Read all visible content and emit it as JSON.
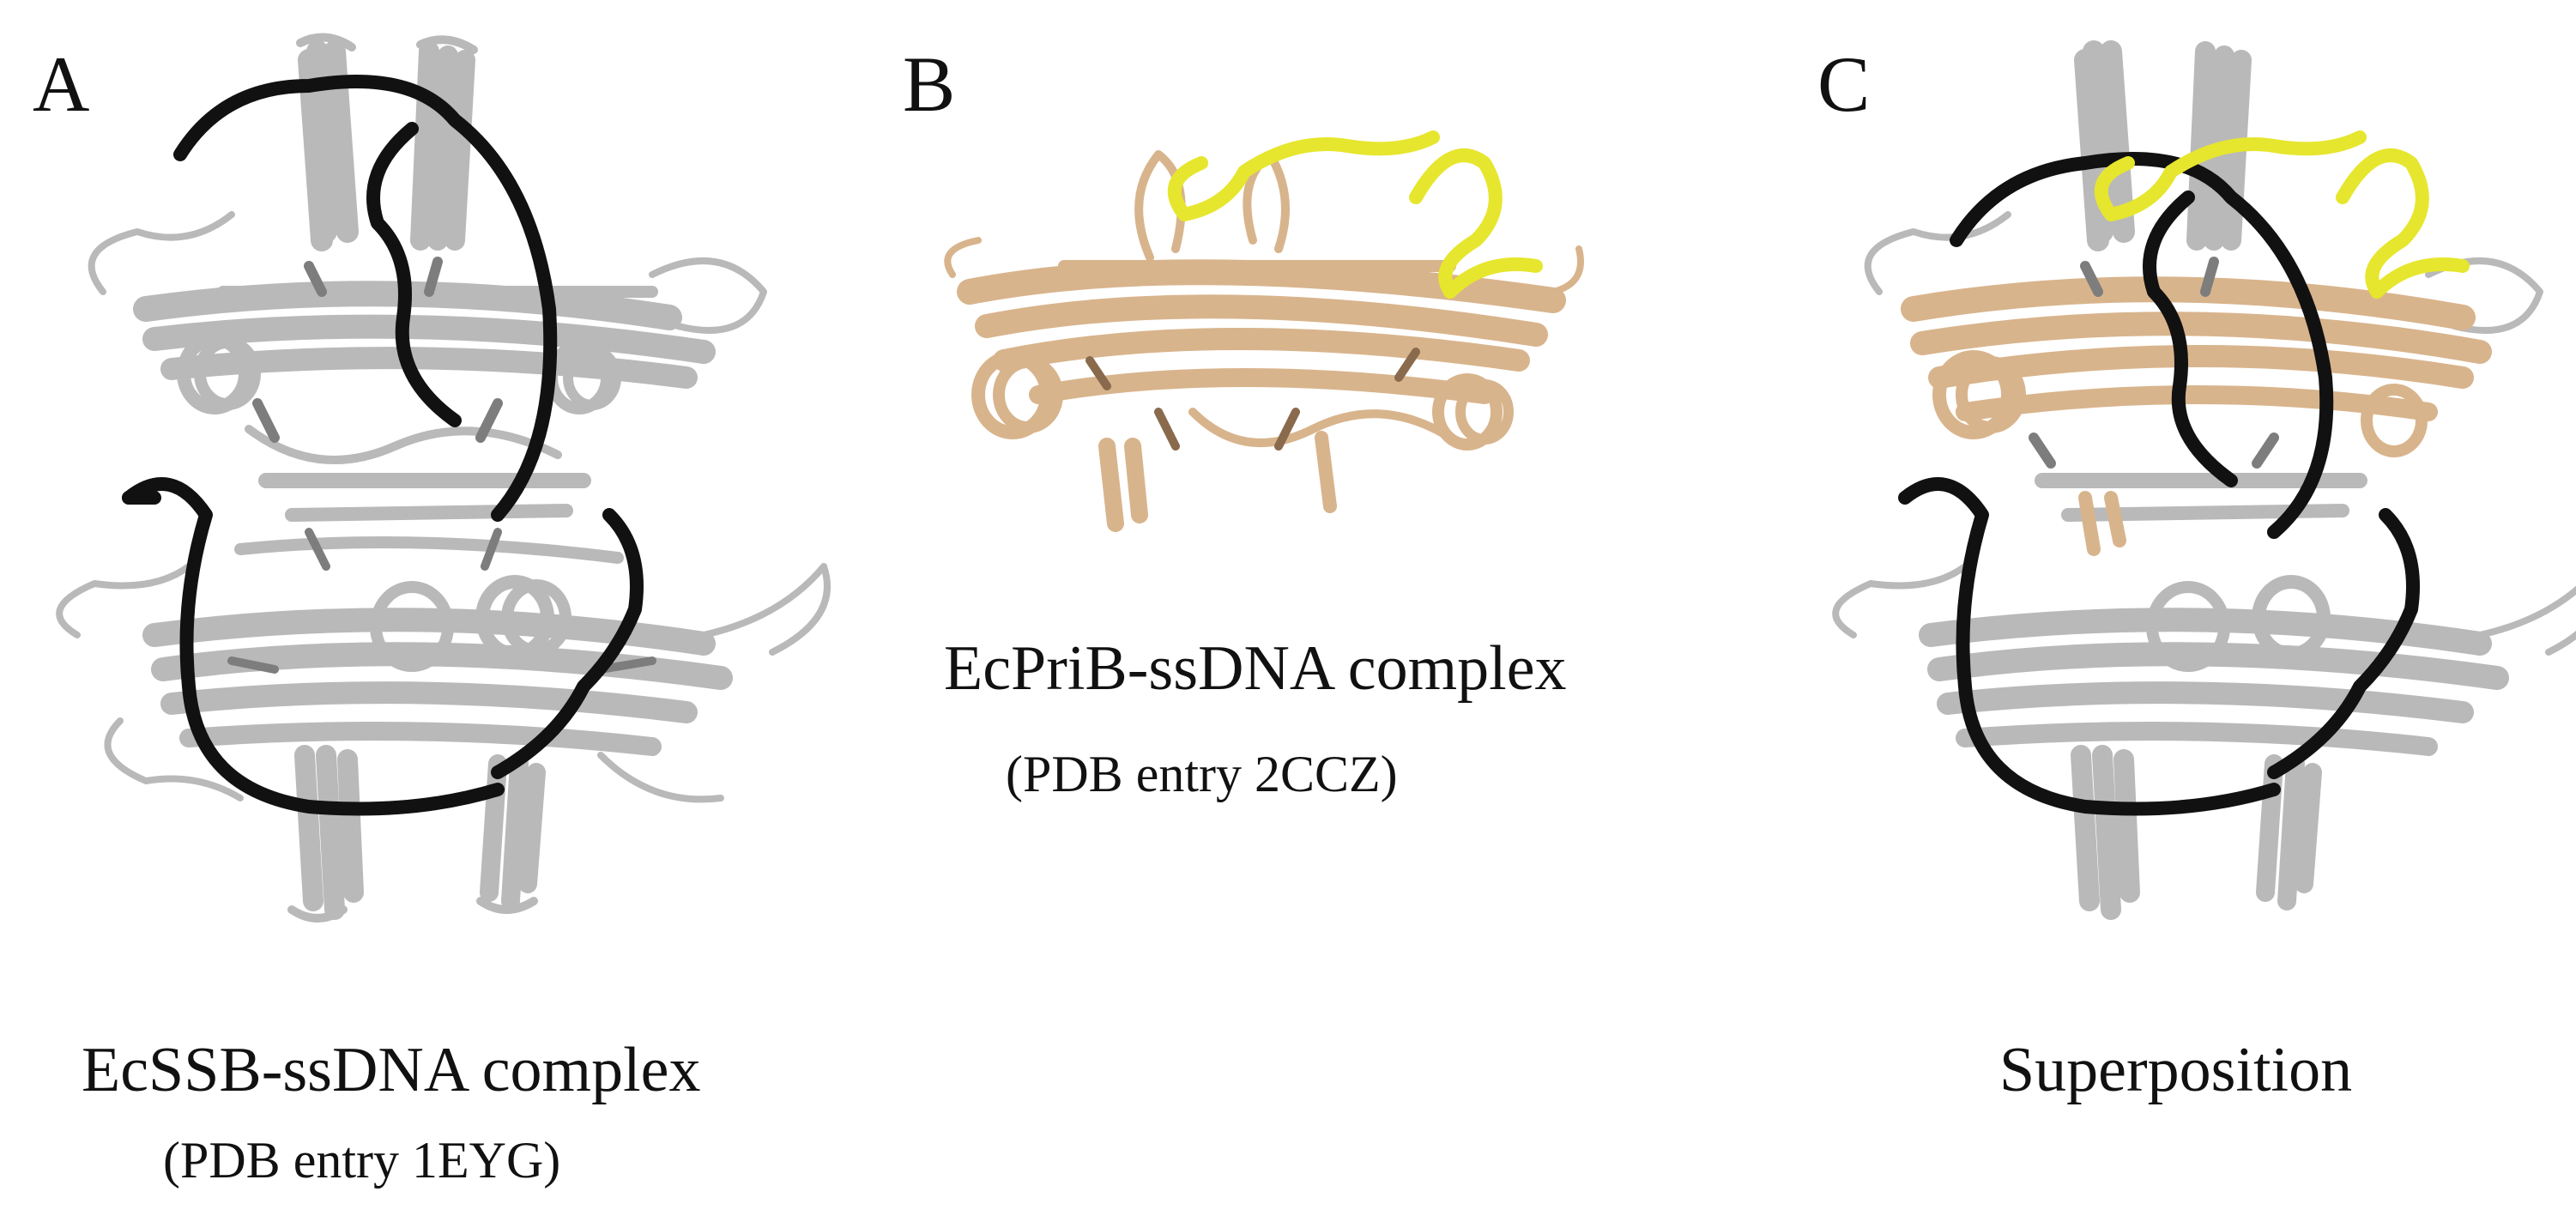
{
  "panels": [
    {
      "letter": "A",
      "caption": "EcSSB-ssDNA complex",
      "subcaption": "(PDB entry 1EYG)"
    },
    {
      "letter": "B",
      "caption": "EcPriB-ssDNA complex",
      "subcaption": "(PDB entry 2CCZ)"
    },
    {
      "letter": "C",
      "caption": "Superposition",
      "subcaption": ""
    }
  ],
  "colors": {
    "ssb_protein": "#b9b9b9",
    "ssb_dark": "#7d7d7d",
    "ssb_dna": "#111111",
    "prib_protein": "#d8b48c",
    "prib_dark": "#8a6a4c",
    "prib_dna": "#e6e62e"
  }
}
